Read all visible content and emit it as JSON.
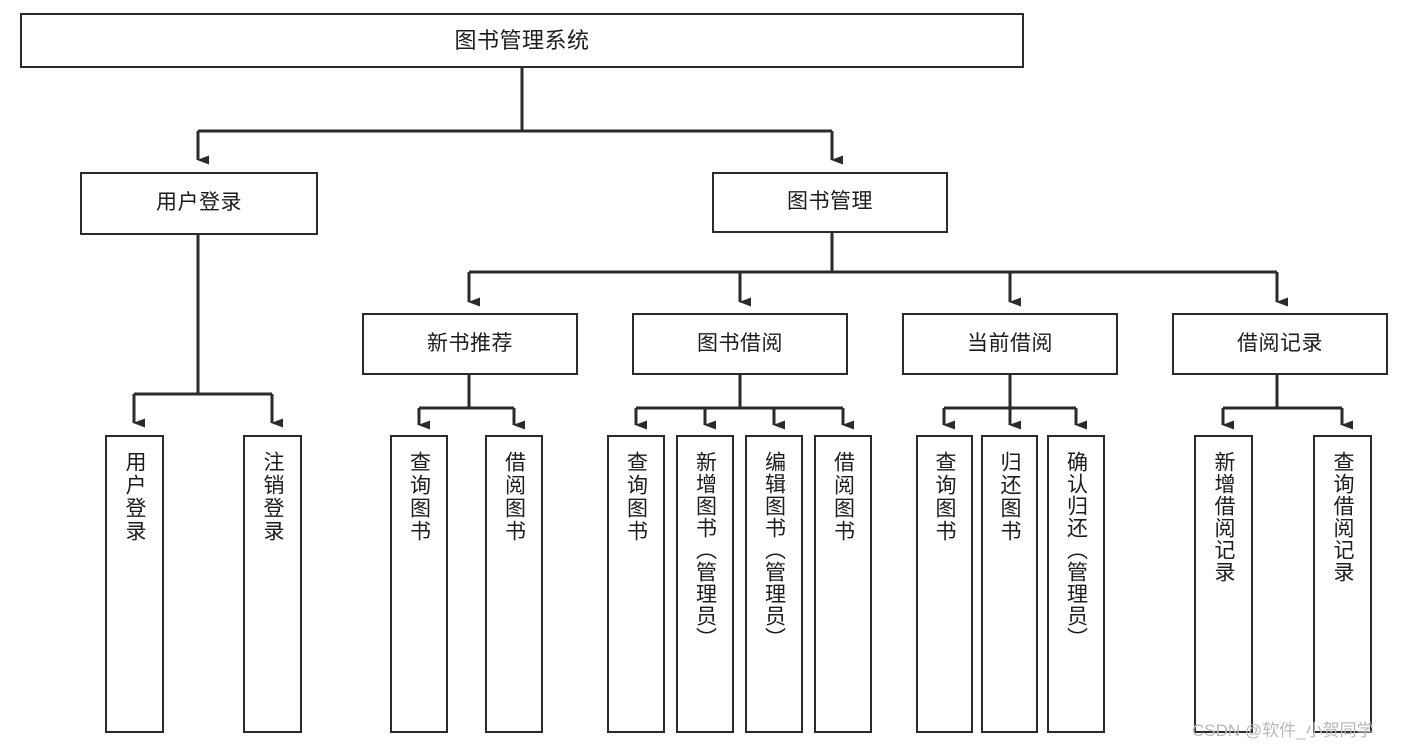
{
  "diagram": {
    "title": "图书管理系统",
    "type": "tree",
    "style": {
      "stroke": "#2b2b2b",
      "fill": "#ffffff",
      "text": "#1c1c1c",
      "watermark_color": "#b9b9b9"
    },
    "watermark": "CSDN @软件_小贺同学",
    "nodes": {
      "root": {
        "label": "图书管理系统"
      },
      "level2": [
        {
          "label": "用户登录"
        },
        {
          "label": "图书管理"
        }
      ],
      "level3": [
        {
          "label": "新书推荐"
        },
        {
          "label": "图书借阅"
        },
        {
          "label": "当前借阅"
        },
        {
          "label": "借阅记录"
        }
      ],
      "leaves": {
        "user_login": [
          {
            "label": "用户登录"
          },
          {
            "label": "注销登录"
          }
        ],
        "new_book_recommend": [
          {
            "label": "查询图书"
          },
          {
            "label": "借阅图书"
          }
        ],
        "book_borrow": [
          {
            "label": "查询图书"
          },
          {
            "label": "新增图书（管理员）"
          },
          {
            "label": "编辑图书（管理员）"
          },
          {
            "label": "借阅图书"
          }
        ],
        "current_borrow": [
          {
            "label": "查询图书"
          },
          {
            "label": "归还图书"
          },
          {
            "label": "确认归还（管理员）"
          }
        ],
        "borrow_record": [
          {
            "label": "新增借阅记录"
          },
          {
            "label": "查询借阅记录"
          }
        ]
      }
    }
  }
}
